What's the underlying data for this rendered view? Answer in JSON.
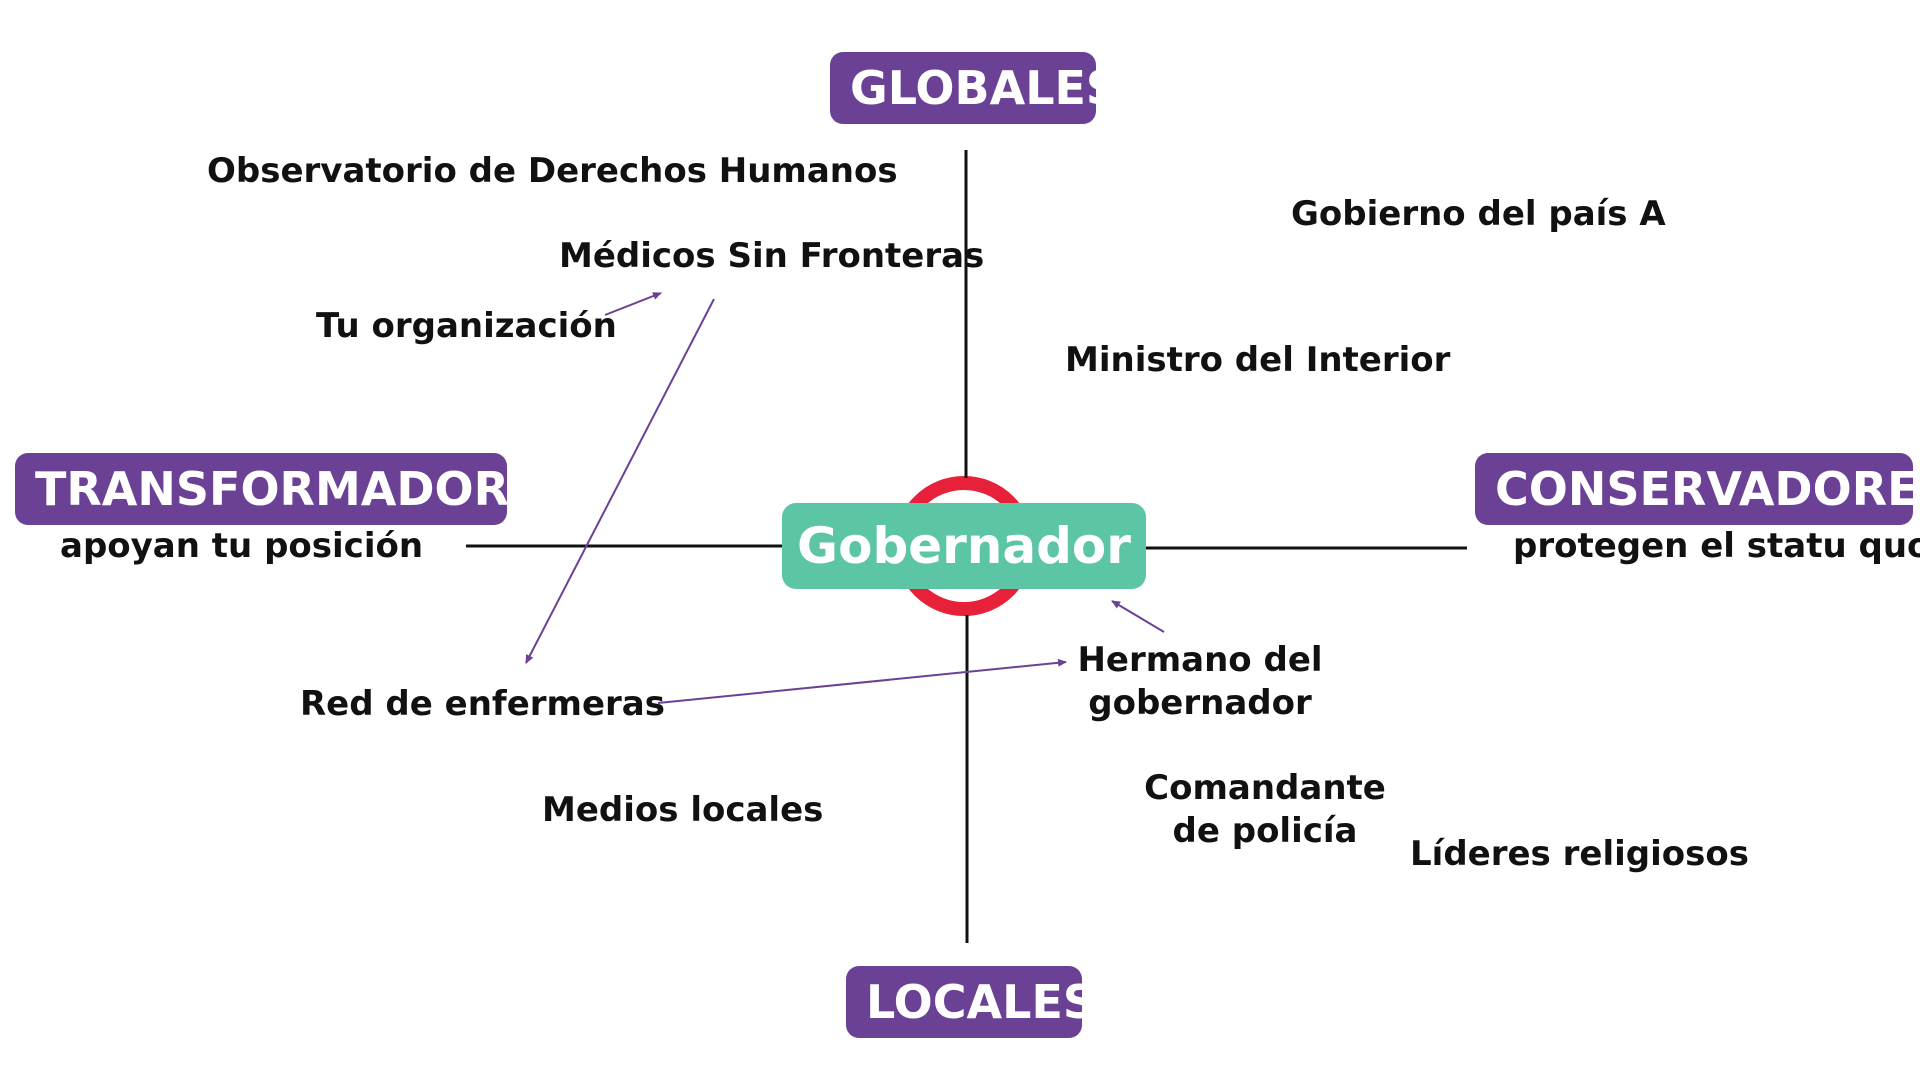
{
  "axes": {
    "top": {
      "title": "GLOBALES"
    },
    "bottom": {
      "title": "LOCALES"
    },
    "left": {
      "title": "TRANSFORMADORES",
      "subtitle": "apoyan tu posición"
    },
    "right": {
      "title": "CONSERVADORES",
      "subtitle": "protegen el statu quo"
    }
  },
  "center": {
    "label": "Gobernador"
  },
  "actors": {
    "observatorio": "Observatorio de Derechos Humanos",
    "medicos": "Médicos Sin Fronteras",
    "tu_organizacion": "Tu organización",
    "gobierno_pais_a": "Gobierno del país A",
    "ministro_interior": "Ministro del Interior",
    "red_enfermeras": "Red de enfermeras",
    "hermano_line1": "Hermano del",
    "hermano_line2": "gobernador",
    "medios_locales": "Medios locales",
    "comandante_line1": "Comandante",
    "comandante_line2": "de policía",
    "lideres_religiosos": "Líderes religiosos"
  },
  "colors": {
    "axis_box": "#6b4196",
    "center_box": "#5cc5a6",
    "target_ring": "#e8213a",
    "arrow": "#6b4196"
  }
}
